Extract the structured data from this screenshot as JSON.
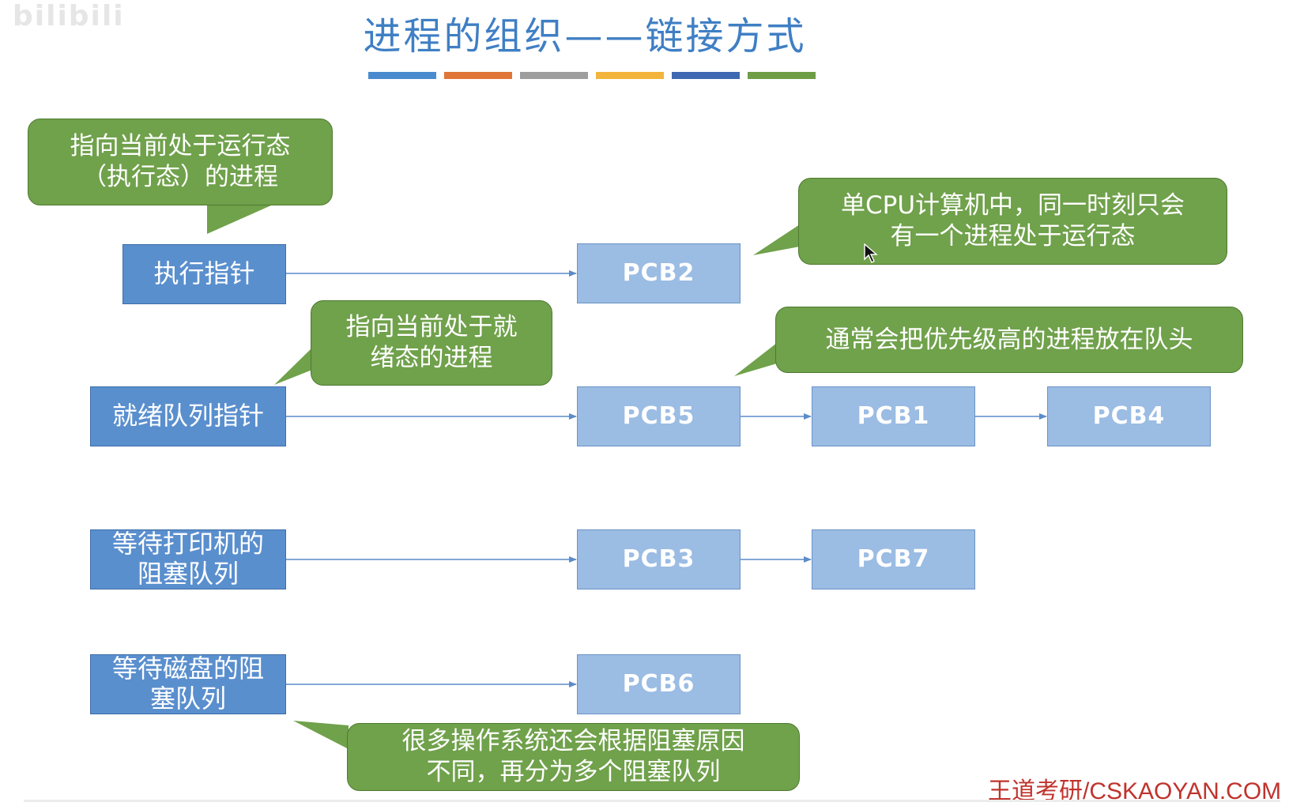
{
  "watermark": "bilibili",
  "title": "进程的组织——链接方式",
  "stripe_colors": [
    "#4a8bcf",
    "#e07538",
    "#9e9e9e",
    "#f3b43c",
    "#3f68b2",
    "#6f9d46"
  ],
  "pointers": {
    "running": "执行指针",
    "ready": "就绪队列指针",
    "printer": "等待打印机的\n阻塞队列",
    "disk": "等待磁盘的阻\n塞队列"
  },
  "pcbs": {
    "pcb2": "PCB2",
    "pcb5": "PCB5",
    "pcb1": "PCB1",
    "pcb4": "PCB4",
    "pcb3": "PCB3",
    "pcb7": "PCB7",
    "pcb6": "PCB6"
  },
  "callouts": {
    "running_pointer": "指向当前处于运行态\n（执行态）的进程",
    "single_cpu": "单CPU计算机中，同一时刻只会\n有一个进程处于运行态",
    "ready_pointer": "指向当前处于就\n绪态的进程",
    "priority": "通常会把优先级高的进程放在队头",
    "blocked_queues": "很多操作系统还会根据阻塞原因\n不同，再分为多个阻塞队列"
  },
  "colors": {
    "title": "#3f7fc4",
    "pointer_box": "#5a8fce",
    "pcb_box": "#9bbce3",
    "callout": "#70a14b",
    "arrow": "#5b8cc8",
    "brand": "#c0332d"
  },
  "brand": "王道考研/CSKAOYAN.COM"
}
